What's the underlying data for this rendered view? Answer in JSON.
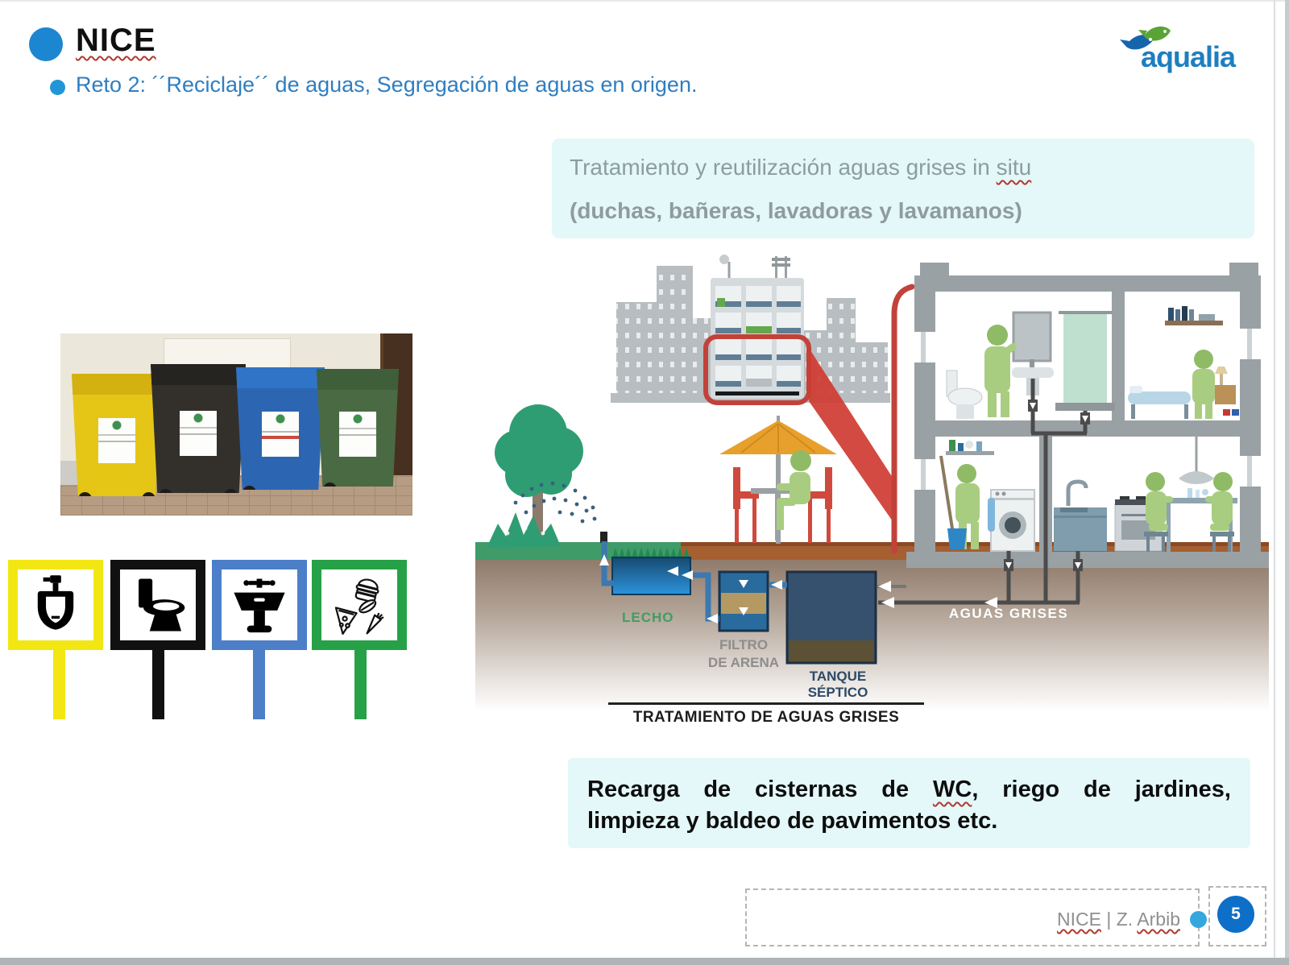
{
  "slide": {
    "title": "NICE",
    "subtitle": "Reto 2: ´´Reciclaje´´ de aguas, Segregación de aguas en origen.",
    "logo": {
      "text": "aqualia"
    },
    "top_box": {
      "line1_pre": "Tratamiento y reutilización aguas grises in ",
      "line1_misspelled": "situ",
      "line2": "(duchas, bañeras, lavadoras y lavamanos)"
    },
    "diagram_labels": {
      "lecho": "LECHO",
      "filtro_1": "FILTRO",
      "filtro_2": "DE ARENA",
      "tanque_1": "TANQUE",
      "tanque_2": "SÉPTICO",
      "aguas_grises": "AGUAS GRISES",
      "caption": "TRATAMIENTO DE AGUAS GRISES"
    },
    "bottom_box": {
      "line1_pre": "Recarga de cisternas de ",
      "line1_misspelled": "WC",
      "line1_post": ", riego de jardines,",
      "line2": "limpieza y baldeo de pavimentos etc."
    },
    "footer": {
      "project": "NICE",
      "separator": " | Z. ",
      "author": "Arbib",
      "page_number": "5"
    },
    "colors": {
      "accent_blue": "#1c86d1",
      "subtitle_blue": "#2e7ec1",
      "box_cyan": "#e4f7f9",
      "logo_blue": "#1d7fc0",
      "sign_yellow": "#f2e713",
      "sign_black": "#111111",
      "sign_blue": "#4d7fc9",
      "sign_green": "#27a147",
      "lecho_green": "#3f9e63",
      "tanque_navy": "#2e4a66",
      "red_accent": "#c2423a"
    }
  }
}
